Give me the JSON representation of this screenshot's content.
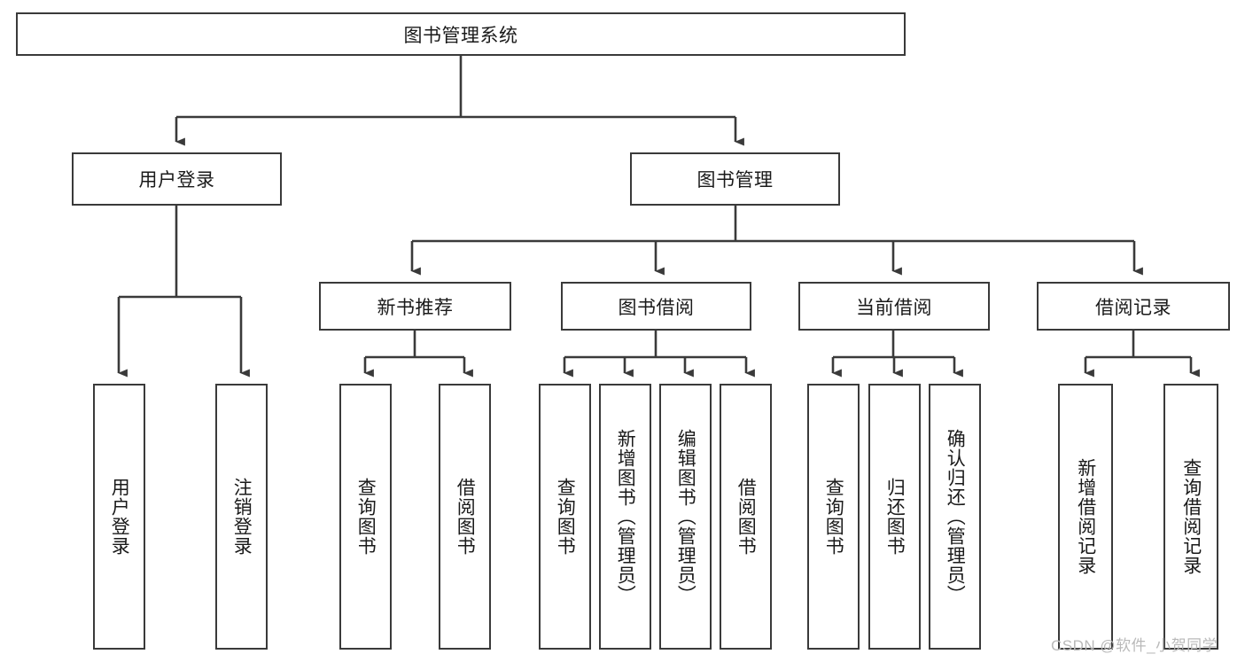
{
  "diagram": {
    "type": "tree-hierarchy",
    "title": "图书管理系统",
    "orientation": "top-down",
    "colors": {
      "box_border": "#3a3a3a",
      "box_fill": "#ffffff",
      "connector": "#3a3a3a",
      "text": "#1a1a1a",
      "watermark": "#b9b9b9"
    },
    "nodes": {
      "root": {
        "label": "图书管理系统",
        "level": 0
      },
      "user_login": {
        "label": "用户登录",
        "level": 1
      },
      "book_manage": {
        "label": "图书管理",
        "level": 1
      },
      "new_book_rec": {
        "label": "新书推荐",
        "level": 2
      },
      "book_borrow": {
        "label": "图书借阅",
        "level": 2
      },
      "current_borrow": {
        "label": "当前借阅",
        "level": 2
      },
      "borrow_record": {
        "label": "借阅记录",
        "level": 2
      },
      "leaf_user_login": {
        "label": "用户登录",
        "level": 2
      },
      "leaf_user_logout": {
        "label": "注销登录",
        "level": 2
      },
      "leaf_query_book_a": {
        "label": "查询图书",
        "level": 3
      },
      "leaf_borrow_book_a": {
        "label": "借阅图书",
        "level": 3
      },
      "leaf_query_book_b": {
        "label": "查询图书",
        "level": 3
      },
      "leaf_add_book": {
        "label": "新增图书（管理员）",
        "level": 3
      },
      "leaf_edit_book": {
        "label": "编辑图书（管理员）",
        "level": 3
      },
      "leaf_borrow_book_b": {
        "label": "借阅图书",
        "level": 3
      },
      "leaf_query_book_c": {
        "label": "查询图书",
        "level": 3
      },
      "leaf_return_book": {
        "label": "归还图书",
        "level": 3
      },
      "leaf_confirm_return": {
        "label": "确认归还（管理员）",
        "level": 3
      },
      "leaf_add_record": {
        "label": "新增借阅记录",
        "level": 3
      },
      "leaf_query_record": {
        "label": "查询借阅记录",
        "level": 3
      }
    },
    "edges": [
      {
        "from": "root",
        "to": "user_login"
      },
      {
        "from": "root",
        "to": "book_manage"
      },
      {
        "from": "user_login",
        "to": "leaf_user_login"
      },
      {
        "from": "user_login",
        "to": "leaf_user_logout"
      },
      {
        "from": "book_manage",
        "to": "new_book_rec"
      },
      {
        "from": "book_manage",
        "to": "book_borrow"
      },
      {
        "from": "book_manage",
        "to": "current_borrow"
      },
      {
        "from": "book_manage",
        "to": "borrow_record"
      },
      {
        "from": "new_book_rec",
        "to": "leaf_query_book_a"
      },
      {
        "from": "new_book_rec",
        "to": "leaf_borrow_book_a"
      },
      {
        "from": "book_borrow",
        "to": "leaf_query_book_b"
      },
      {
        "from": "book_borrow",
        "to": "leaf_add_book"
      },
      {
        "from": "book_borrow",
        "to": "leaf_edit_book"
      },
      {
        "from": "book_borrow",
        "to": "leaf_borrow_book_b"
      },
      {
        "from": "current_borrow",
        "to": "leaf_query_book_c"
      },
      {
        "from": "current_borrow",
        "to": "leaf_return_book"
      },
      {
        "from": "current_borrow",
        "to": "leaf_confirm_return"
      },
      {
        "from": "borrow_record",
        "to": "leaf_add_record"
      },
      {
        "from": "borrow_record",
        "to": "leaf_query_record"
      }
    ]
  },
  "watermark": {
    "text": "CSDN @软件_小贺同学"
  }
}
